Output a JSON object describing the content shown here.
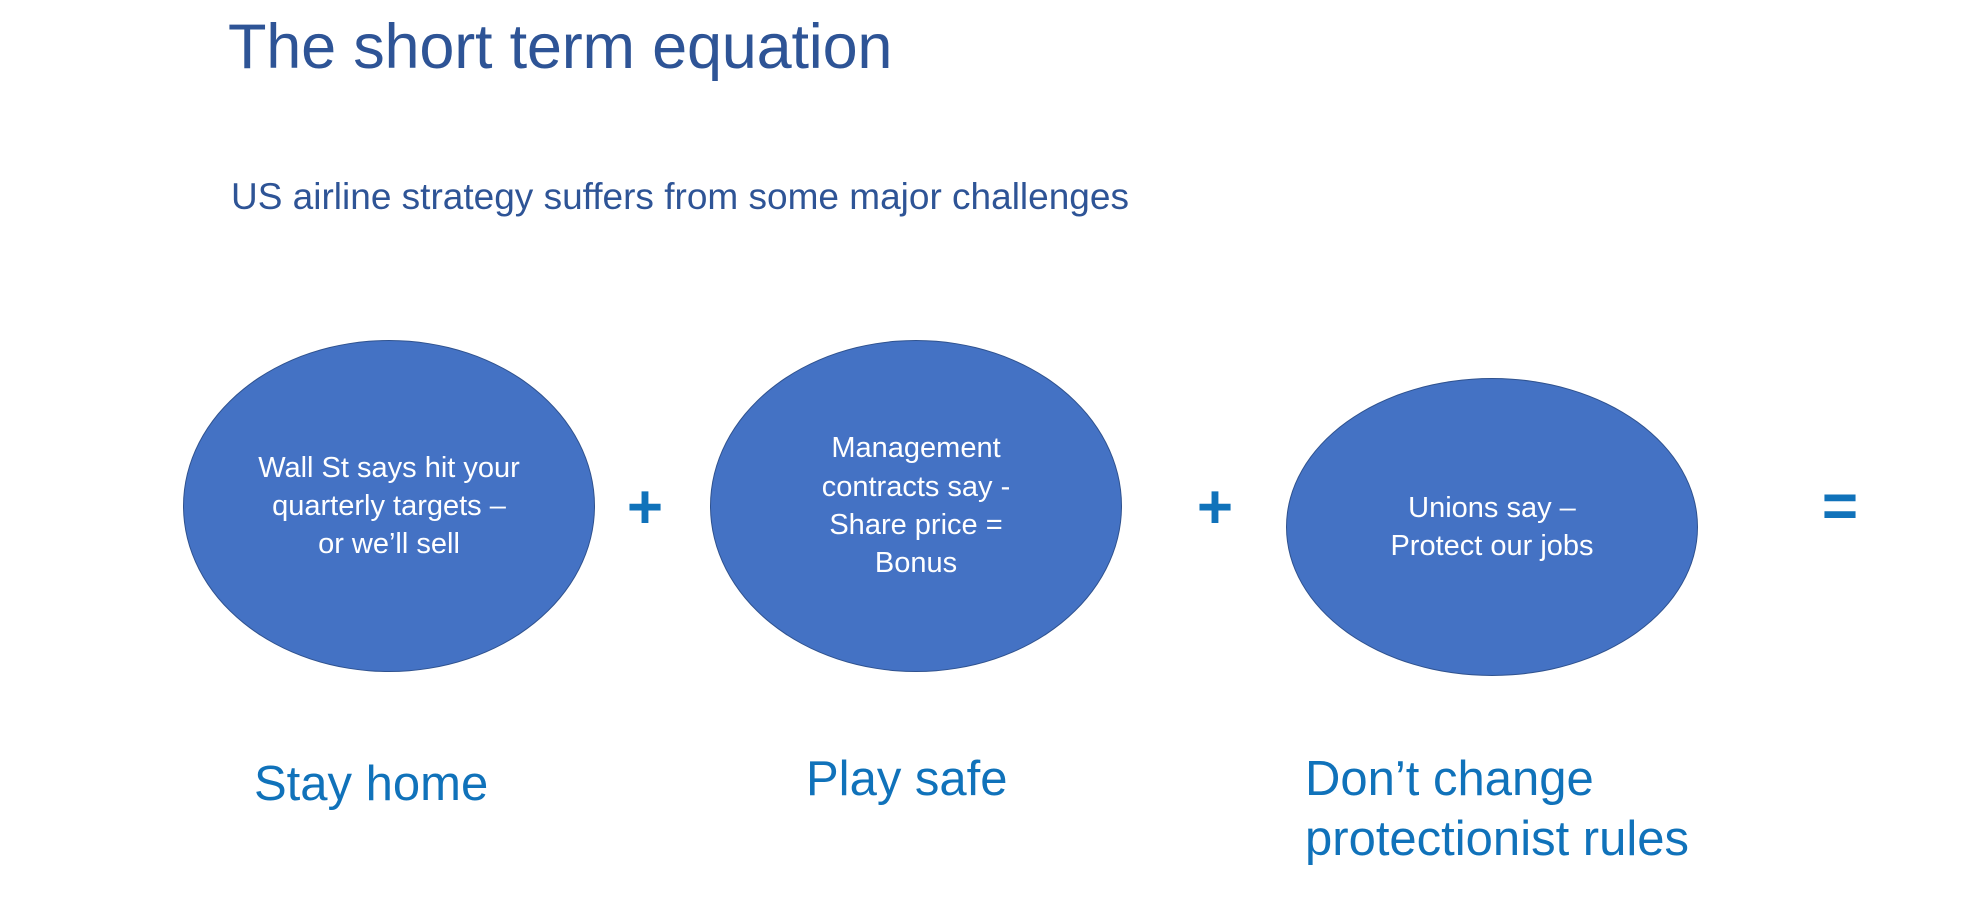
{
  "slide": {
    "title": "The short term equation",
    "subtitle": "US airline strategy suffers from some major challenges",
    "colors": {
      "heading_blue": "#2E5496",
      "ellipse_fill": "#4472C4",
      "ellipse_outline": "#2F528F",
      "accent_blue": "#1072BA",
      "ellipse_text": "#FFFFFF",
      "background": "#FFFFFF"
    }
  },
  "equation": {
    "terms": [
      {
        "id": "wall-street",
        "lines": [
          "Wall St says hit your",
          "quarterly targets –",
          "or we’ll sell"
        ],
        "outcome": [
          "Stay home"
        ]
      },
      {
        "id": "management",
        "lines": [
          "Management",
          "contracts say -",
          "Share price =",
          "Bonus"
        ],
        "outcome": [
          "Play safe"
        ]
      },
      {
        "id": "unions",
        "lines": [
          "Unions say –",
          "Protect our jobs"
        ],
        "outcome": [
          "Don’t change",
          "protectionist rules"
        ]
      }
    ],
    "operators": {
      "plus": "+",
      "equals": "="
    }
  }
}
